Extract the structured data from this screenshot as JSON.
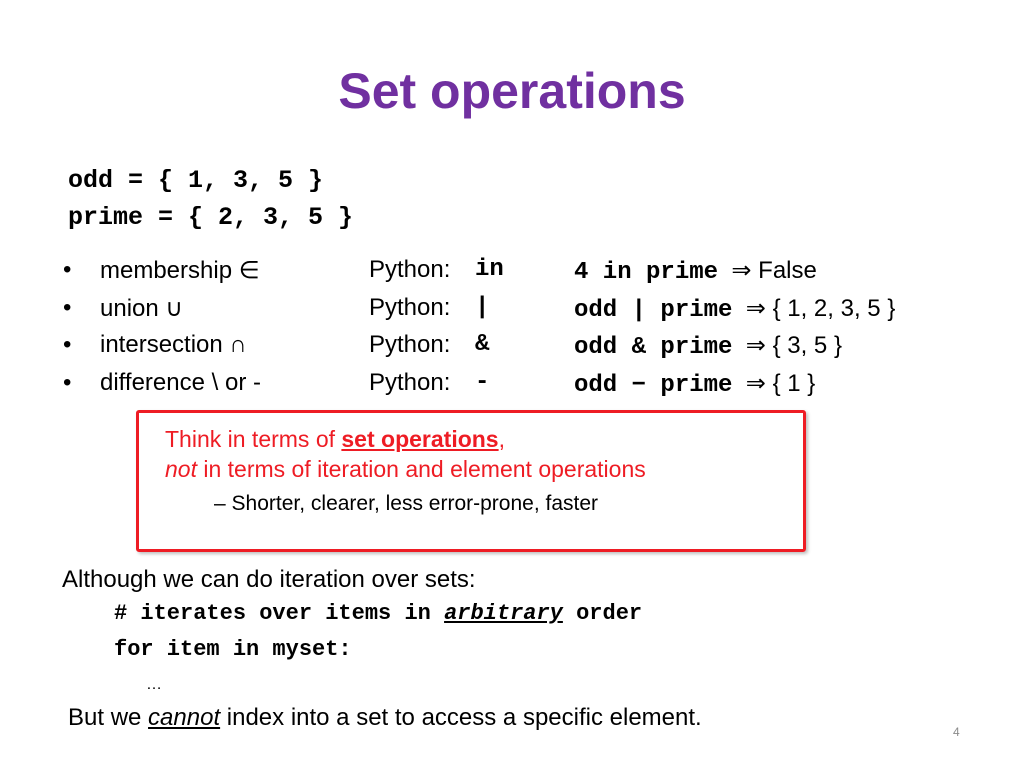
{
  "title": "Set operations",
  "definitions": {
    "odd": "odd = { 1, 3, 5 }",
    "prime": "prime = { 2, 3, 5 }"
  },
  "bullets": [
    {
      "bullet": "•",
      "op": "membership ∈",
      "python_label": "Python:",
      "python_code": "in",
      "example_code": "4 in prime",
      "arrow": "⇒",
      "result": "False"
    },
    {
      "bullet": "•",
      "op": "union ∪",
      "python_label": "Python:",
      "python_code": "|",
      "example_code": "odd | prime",
      "arrow": "⇒",
      "result": "{ 1, 2, 3, 5 }"
    },
    {
      "bullet": "•",
      "op": "intersection  ∩",
      "python_label": "Python:",
      "python_code": "&",
      "example_code": "odd & prime",
      "arrow": "⇒",
      "result": "{ 3, 5 }"
    },
    {
      "bullet": "•",
      "op": "difference \\ or -",
      "python_label": "Python:",
      "python_code": "-",
      "example_code": "odd − prime",
      "arrow": "⇒",
      "result": "{ 1 }"
    }
  ],
  "callout": {
    "line1_prefix": "Think in terms of ",
    "line1_emph": "set operations",
    "line1_suffix": ",",
    "line2_emph": "not",
    "line2_rest": " in terms of iteration and element operations",
    "sub_dash": "–",
    "sub_text": "Shorter, clearer, less error-prone, faster"
  },
  "iteration": {
    "intro": "Although we can do iteration over sets:",
    "comment_prefix": "# iterates over items in ",
    "comment_emph": "arbitrary",
    "comment_suffix": " order",
    "for_line": "for item in myset:",
    "ellipsis": "…"
  },
  "closing": {
    "prefix": "But we ",
    "emph": "cannot",
    "suffix": " index into a set to access a specific element."
  },
  "page_number": "4",
  "colors": {
    "title": "#7030a0",
    "callout": "#ee1c24",
    "page_number": "#8a8a8a"
  }
}
